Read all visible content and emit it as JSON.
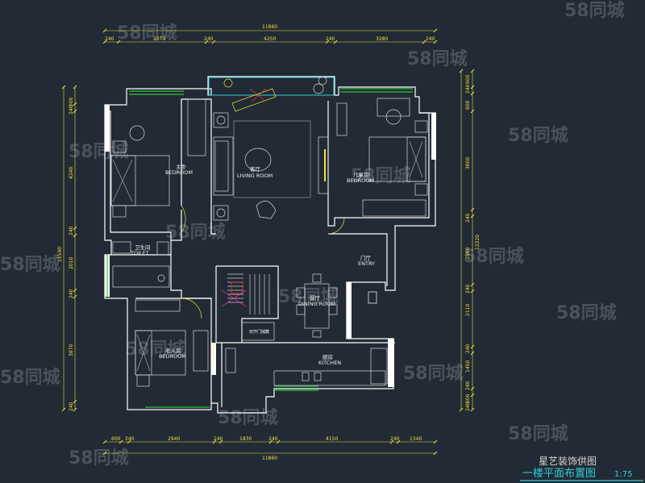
{
  "dimensions": {
    "top_total": "11860",
    "top": [
      "240",
      "3370",
      "240",
      "4250",
      "240",
      "3280",
      "240"
    ],
    "bottom": [
      "600",
      "240",
      "2940",
      "240",
      "1830",
      "240",
      "4150",
      "240",
      "1340"
    ],
    "bottom_total": "11860",
    "left_total": "11590",
    "left": [
      "600",
      "240",
      "4240",
      "240",
      "2010",
      "240",
      "3870",
      "240"
    ],
    "right_total": "12220",
    "right": [
      "600",
      "240",
      "600",
      "3600",
      "240",
      "2560",
      "240",
      "2110",
      "240",
      "1450",
      "240",
      "600",
      "240"
    ]
  },
  "rooms": {
    "master_cn": "主卧",
    "master_en": "BEDROOM",
    "living_cn": "客厅",
    "living_en": "LIVING ROOM",
    "guest_cn": "儿童房",
    "guest_en": "BEDROOM",
    "toilet_cn": "卫生间",
    "toilet_en": "TOILET",
    "foyer_cn": "门厅",
    "foyer_en": "ENTRY",
    "dining_cn": "餐厅",
    "dining_en": "DINING ROOM",
    "elder_cn": "老人房",
    "elder_en": "BEDROOM",
    "kitchen_cn": "厨房",
    "kitchen_en": "KITCHEN",
    "sliding_door": "双开门储藏"
  },
  "watermark": "58同城",
  "company": "星艺装饰供图",
  "plan_title": "一楼平面布置图",
  "scale": "1:75",
  "colors": {
    "background": "#222a35",
    "wall": "#ffffff",
    "dimension": "#e8e33a",
    "window": "#2fc43a",
    "furniture": "#d9d9d9",
    "accent_cyan": "#2fd0d6"
  }
}
